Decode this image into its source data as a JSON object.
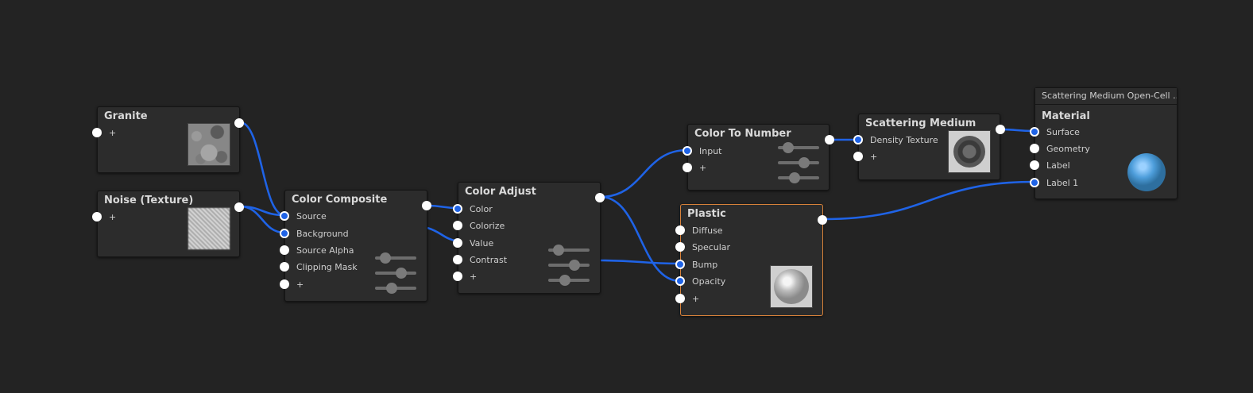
{
  "colors": {
    "background": "#232323",
    "node_bg": "#2c2c2c",
    "wire": "#1f63e6",
    "selected_border": "#d8823a"
  },
  "nodes": {
    "granite": {
      "title": "Granite",
      "add_port": "+"
    },
    "noise": {
      "title": "Noise (Texture)",
      "add_port": "+"
    },
    "color_composite": {
      "title": "Color Composite",
      "inputs": [
        "Source",
        "Background",
        "Source Alpha",
        "Clipping Mask",
        "+"
      ]
    },
    "color_adjust": {
      "title": "Color Adjust",
      "inputs": [
        "Color",
        "Colorize",
        "Value",
        "Contrast",
        "+"
      ]
    },
    "color_to_number": {
      "title": "Color To Number",
      "inputs": [
        "Input",
        "+"
      ]
    },
    "plastic": {
      "title": "Plastic",
      "inputs": [
        "Diffuse",
        "Specular",
        "Bump",
        "Opacity",
        "+"
      ]
    },
    "scattering_medium": {
      "title": "Scattering Medium",
      "inputs": [
        "Density Texture",
        "+"
      ]
    },
    "material": {
      "header": "Scattering Medium Open-Cell ...",
      "title": "Material",
      "inputs": [
        "Surface",
        "Geometry",
        "Label",
        "Label 1"
      ]
    }
  }
}
